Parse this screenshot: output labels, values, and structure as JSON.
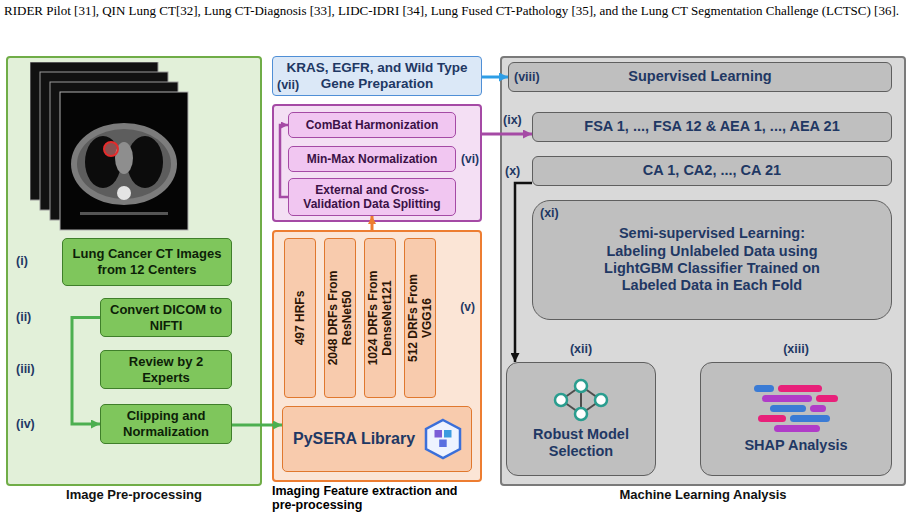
{
  "diagram": {
    "nodes": [
      {
        "text": [
          "Image Pre-processing"
        ]
      },
      {
        "text": [
          "Lung Cancer CT Images from 12 Centers"
        ],
        "in": 0
      },
      {
        "text": [
          "Convert DICOM to NIFTI"
        ],
        "in": 0
      },
      {
        "text": [
          "Review by 2 Experts"
        ],
        "in": 0
      },
      {
        "text": [
          "Clipping and Normalization"
        ],
        "in": 0
      },
      {
        "text": [
          "KRAS, EGFR, and Wild Type Gene Preparation"
        ]
      },
      {
        "text": [
          "(vi)"
        ]
      },
      {
        "text": [
          "ComBat Harmonization"
        ],
        "in": 6
      },
      {
        "text": [
          "Min-Max Normalization"
        ],
        "in": 6
      },
      {
        "text": [
          "External and Cross-Validation Data Splitting"
        ],
        "in": 6
      },
      {
        "text": [
          "(v)"
        ]
      },
      {
        "text": [
          "497 HRFs"
        ],
        "in": 10
      },
      {
        "text": [
          "2048 DRFs From ResNet50"
        ],
        "in": 10
      },
      {
        "text": [
          "1024 DRFs From DenseNet121"
        ],
        "in": 10
      },
      {
        "text": [
          "512 DRFs From VGG16"
        ],
        "in": 10
      },
      {
        "text": [
          "PySERA Library"
        ],
        "in": 10
      },
      {
        "text": [
          "Machine Learning Analysis"
        ]
      },
      {
        "text": [
          "Supervised Learning"
        ],
        "in": 16
      },
      {
        "text": [
          "FSA 1, ..., FSA 12 & AEA 1, ..., AEA 21"
        ],
        "in": 16
      },
      {
        "text": [
          "CA 1, CA2, ..., CA 21"
        ],
        "in": 16
      },
      {
        "text": [
          "Semi-supervised Learning:",
          "Labeling Unlabeled Data using LightGBM Classifier Trained on Labeled Data in Each Fold"
        ],
        "in": 16
      },
      {
        "text": [
          "Robust Model Selection"
        ],
        "in": 16
      },
      {
        "text": [
          "SHAP Analysis"
        ],
        "in": 16
      }
    ],
    "edges": [
      {
        "from": 2,
        "to": 4,
        "arrow": "to"
      },
      {
        "from": 4,
        "to": 15,
        "arrow": "to"
      },
      {
        "from": 10,
        "to": 9,
        "arrow": "to"
      },
      {
        "from": 9,
        "to": 7,
        "arrow": "to"
      },
      {
        "from": 6,
        "to": 18,
        "arrow": "to"
      },
      {
        "from": 5,
        "to": 17,
        "arrow": "to"
      },
      {
        "from": 19,
        "to": 21,
        "arrow": "to"
      }
    ],
    "labels": [
      "RIDER Pilot [31], QIN Lung CT[32], Lung CT-Diagnosis [33], LIDC-IDRI [34], Lung Fused CT-Pathology [35], and the Lung CT Segmentation Challenge (LCTSC) [36].",
      "(i)",
      "(ii)",
      "(iii)",
      "(iv)",
      "(vii)",
      "(viii)",
      "(ix)",
      "(x)",
      "(xi)",
      "(xii)",
      "(xiii)",
      "Imaging Feature extraction and pre-processing"
    ]
  }
}
